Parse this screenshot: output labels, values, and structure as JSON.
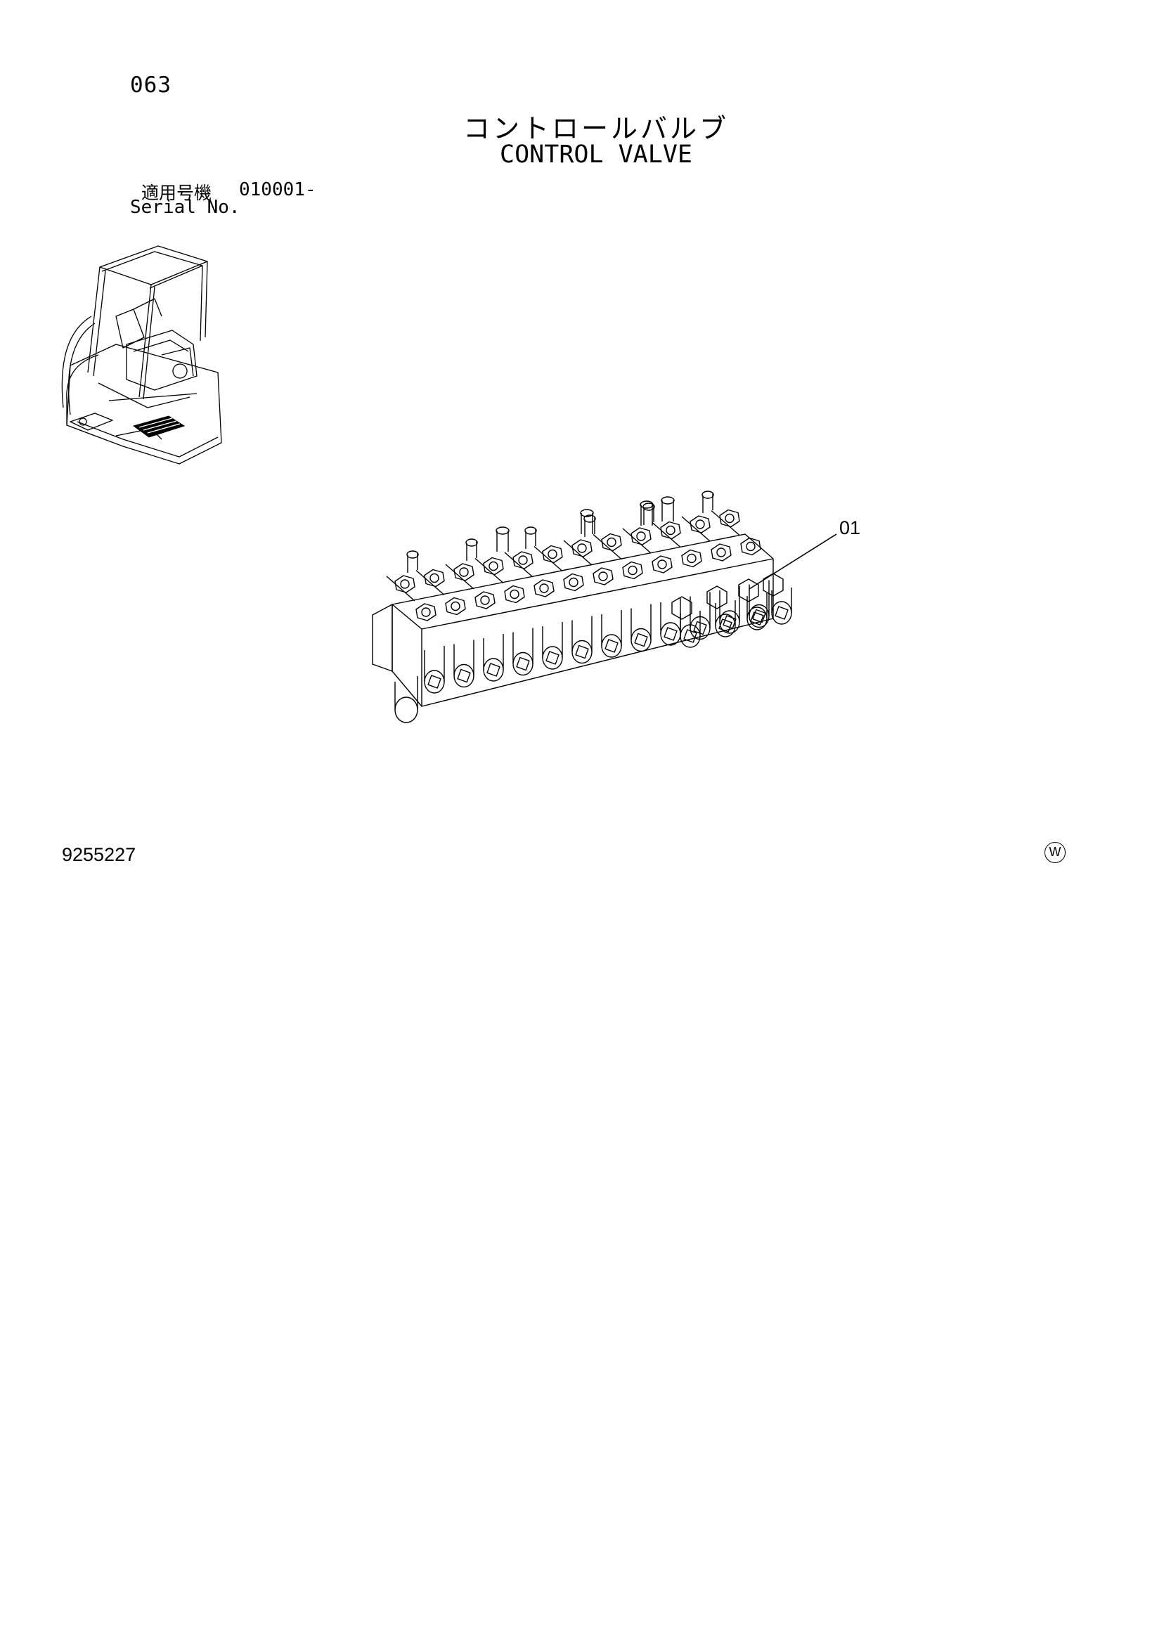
{
  "header": {
    "page_number": "063",
    "title_jp": "コントロールバルブ",
    "title_en": "CONTROL VALVE"
  },
  "serial": {
    "label_jp": "適用号機",
    "value": "010001-",
    "label_en": "Serial No."
  },
  "figure": {
    "callout": "01"
  },
  "footer": {
    "document_number": "9255227",
    "mark": "W"
  },
  "colors": {
    "ink": "#000000",
    "paper": "#ffffff"
  }
}
